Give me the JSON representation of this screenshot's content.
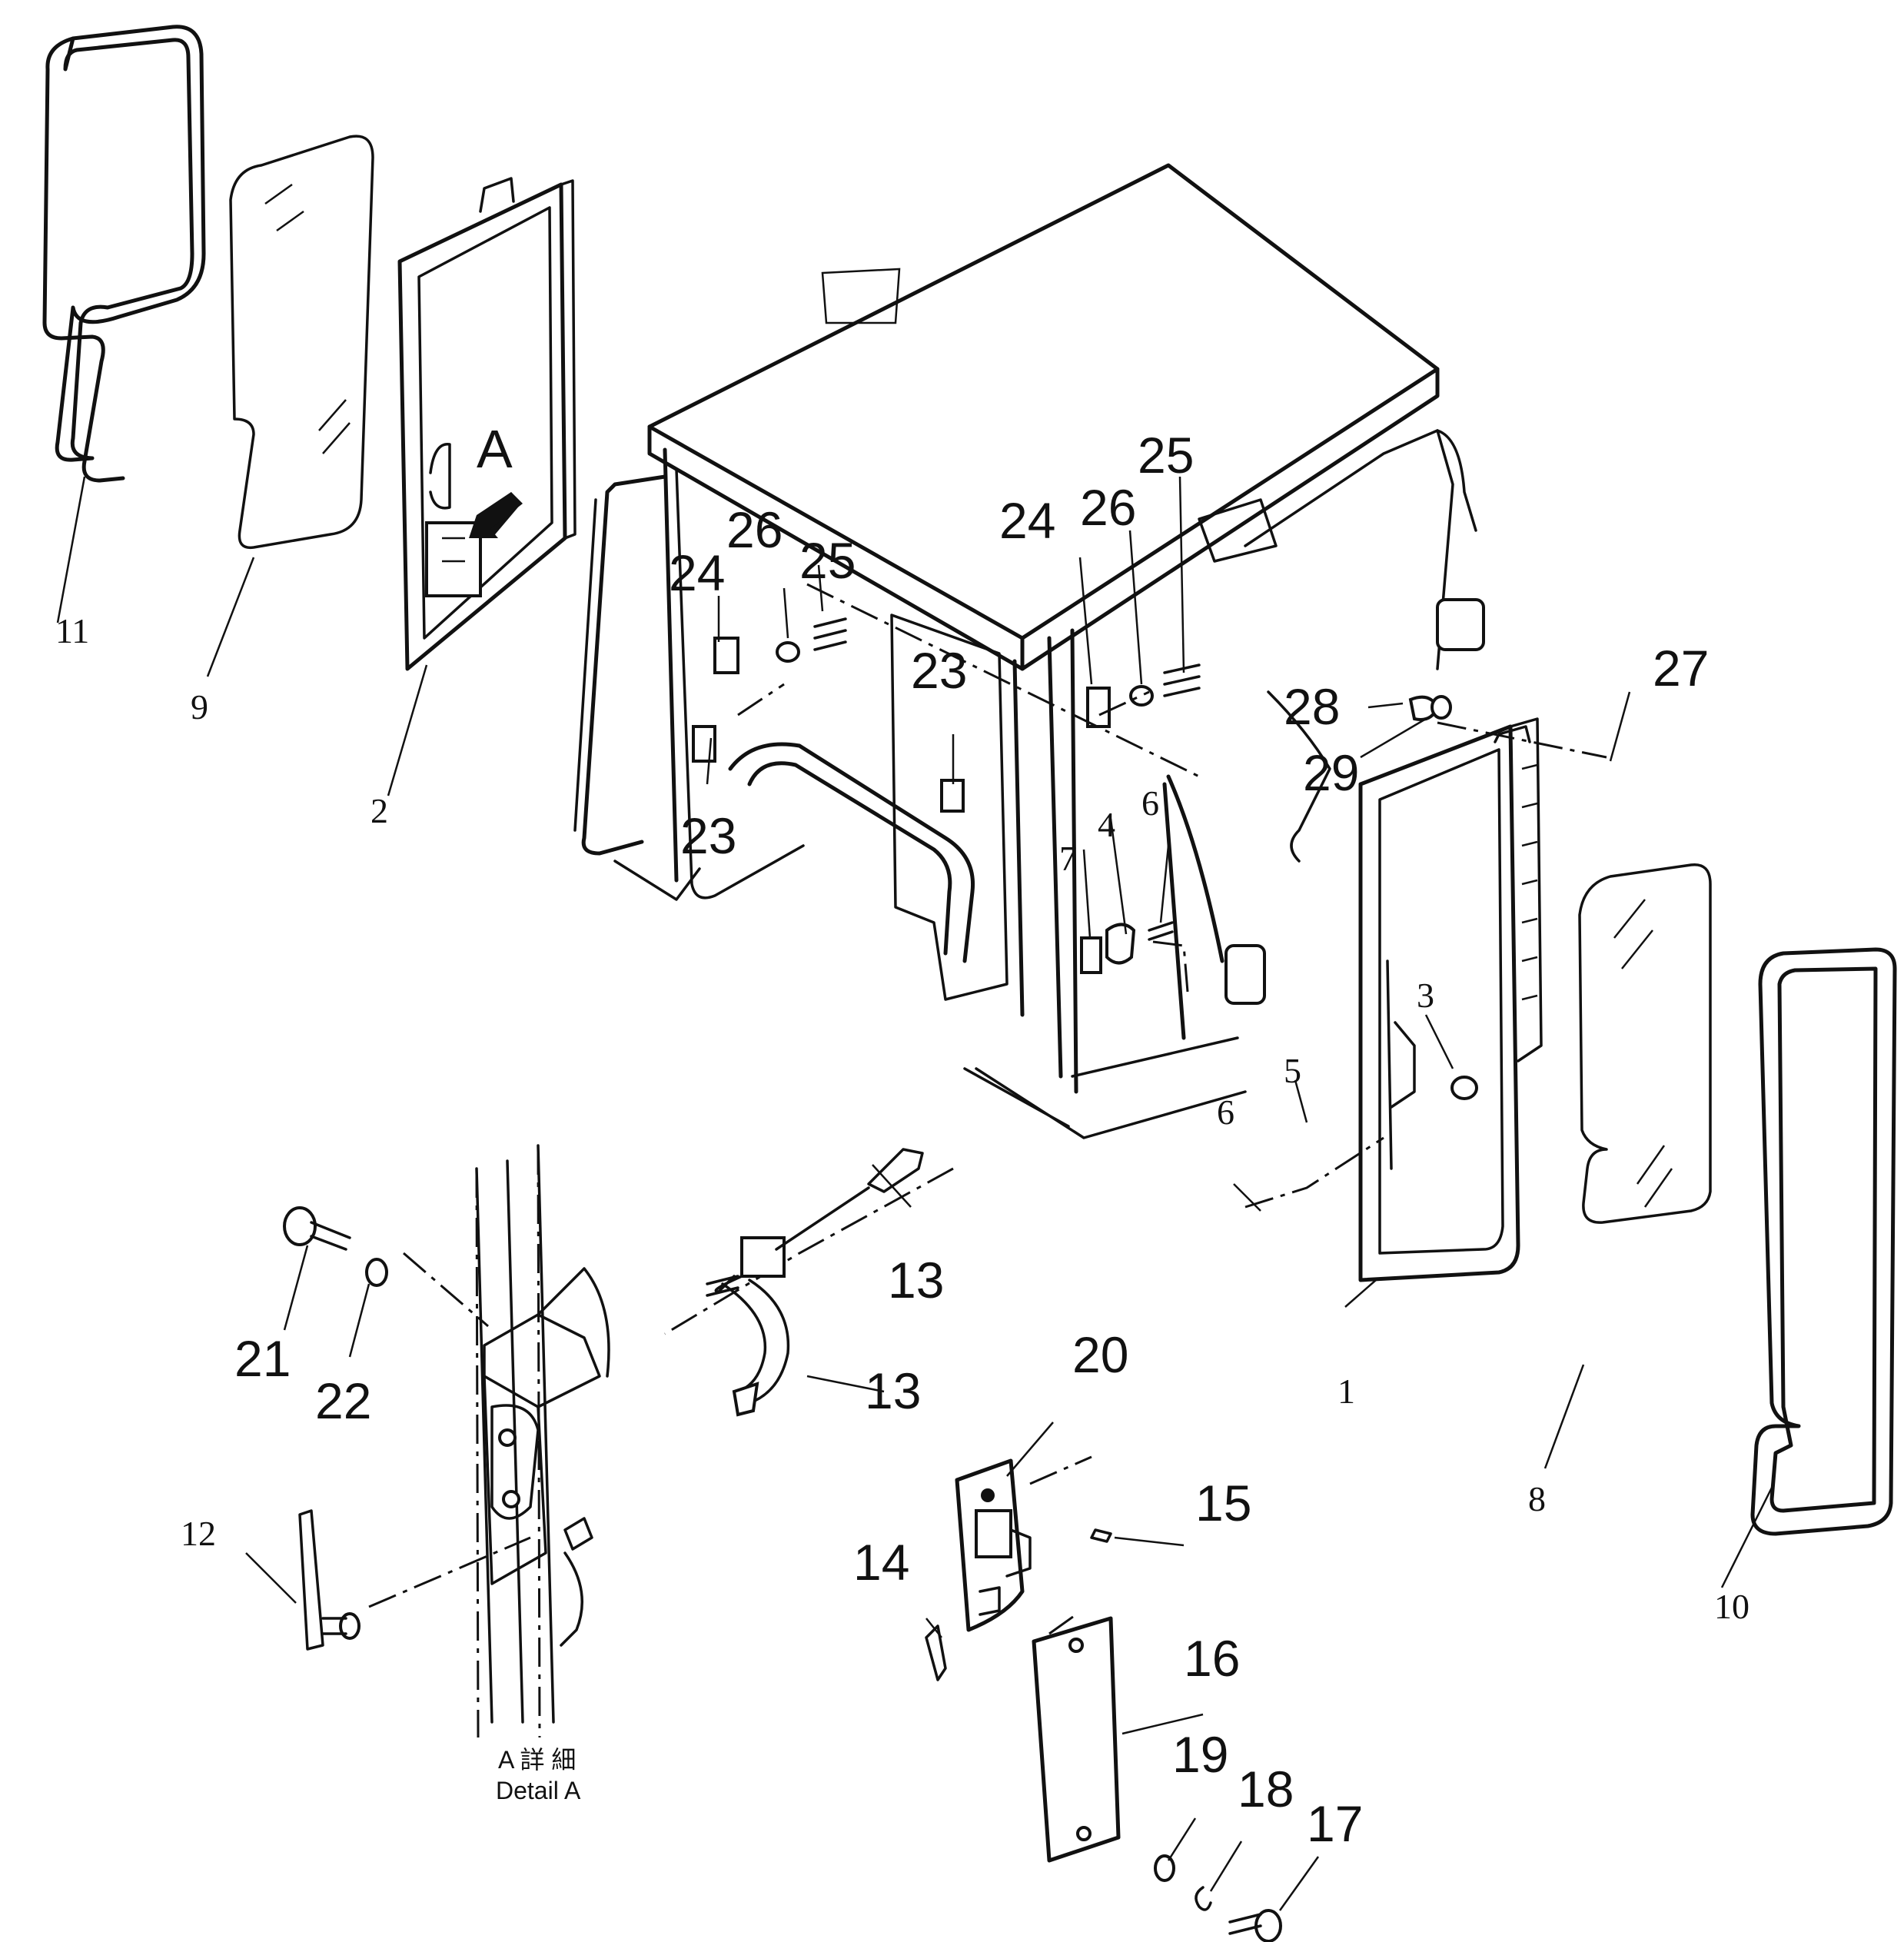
{
  "callouts": {
    "c1": "1",
    "c2": "2",
    "c3": "3",
    "c4": "4",
    "c5": "5",
    "c6a": "6",
    "c6b": "6",
    "c7": "7",
    "c8": "8",
    "c9": "9",
    "c10": "10",
    "c11": "11",
    "c12": "12",
    "c13a": "13",
    "c13b": "13",
    "c14": "14",
    "c15": "15",
    "c16": "16",
    "c17": "17",
    "c18": "18",
    "c19": "19",
    "c20": "20",
    "c21": "21",
    "c22": "22",
    "c23a": "23",
    "c23b": "23",
    "c24a": "24",
    "c24b": "24",
    "c25a": "25",
    "c25b": "25",
    "c26a": "26",
    "c26b": "26",
    "c27": "27",
    "c28": "28",
    "c29": "29"
  },
  "view_marker": "A",
  "detail_caption_jp": "A 詳 細",
  "detail_caption_en": "Detail A"
}
